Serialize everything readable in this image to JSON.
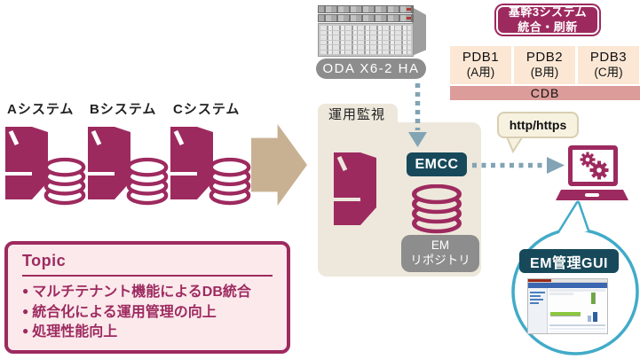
{
  "colors": {
    "magenta": "#9D2A5F",
    "dark_teal": "#17495A",
    "panel_beige": "#EDE8DB",
    "arrow_tan": "#C8B193",
    "bubble_teal": "#41ABC8",
    "dashed_arrow_blue": "#82A4B5",
    "pill_gray": "#8D8D8D",
    "pdb_peach": "#FBE7D4",
    "cdb_salmon": "#DC9C99",
    "topic_pink": "#FBE9EC"
  },
  "source_systems": {
    "items": [
      {
        "label": "Aシステム"
      },
      {
        "label": "Bシステム"
      },
      {
        "label": "Cシステム"
      }
    ]
  },
  "oda": {
    "label": "ODA X6-2 HA"
  },
  "consolidation_badge": {
    "line1": "基幹3システム",
    "line2": "統合・刷新"
  },
  "database": {
    "pdbs": [
      {
        "name": "PDB1",
        "sub": "(A用)"
      },
      {
        "name": "PDB2",
        "sub": "(B用)"
      },
      {
        "name": "PDB3",
        "sub": "(C用)"
      }
    ],
    "cdb_label": "CDB"
  },
  "monitoring": {
    "tab_label": "運用監視",
    "emcc_label": "EMCC",
    "repository_line1": "EM",
    "repository_line2": "リポジトリ"
  },
  "connection": {
    "protocol_label": "http/https"
  },
  "gui": {
    "label": "EM管理GUI"
  },
  "topic": {
    "title": "Topic",
    "bullets": [
      "マルチテナント機能によるDB統合",
      "統合化による運用管理の向上",
      "処理性能向上"
    ]
  }
}
